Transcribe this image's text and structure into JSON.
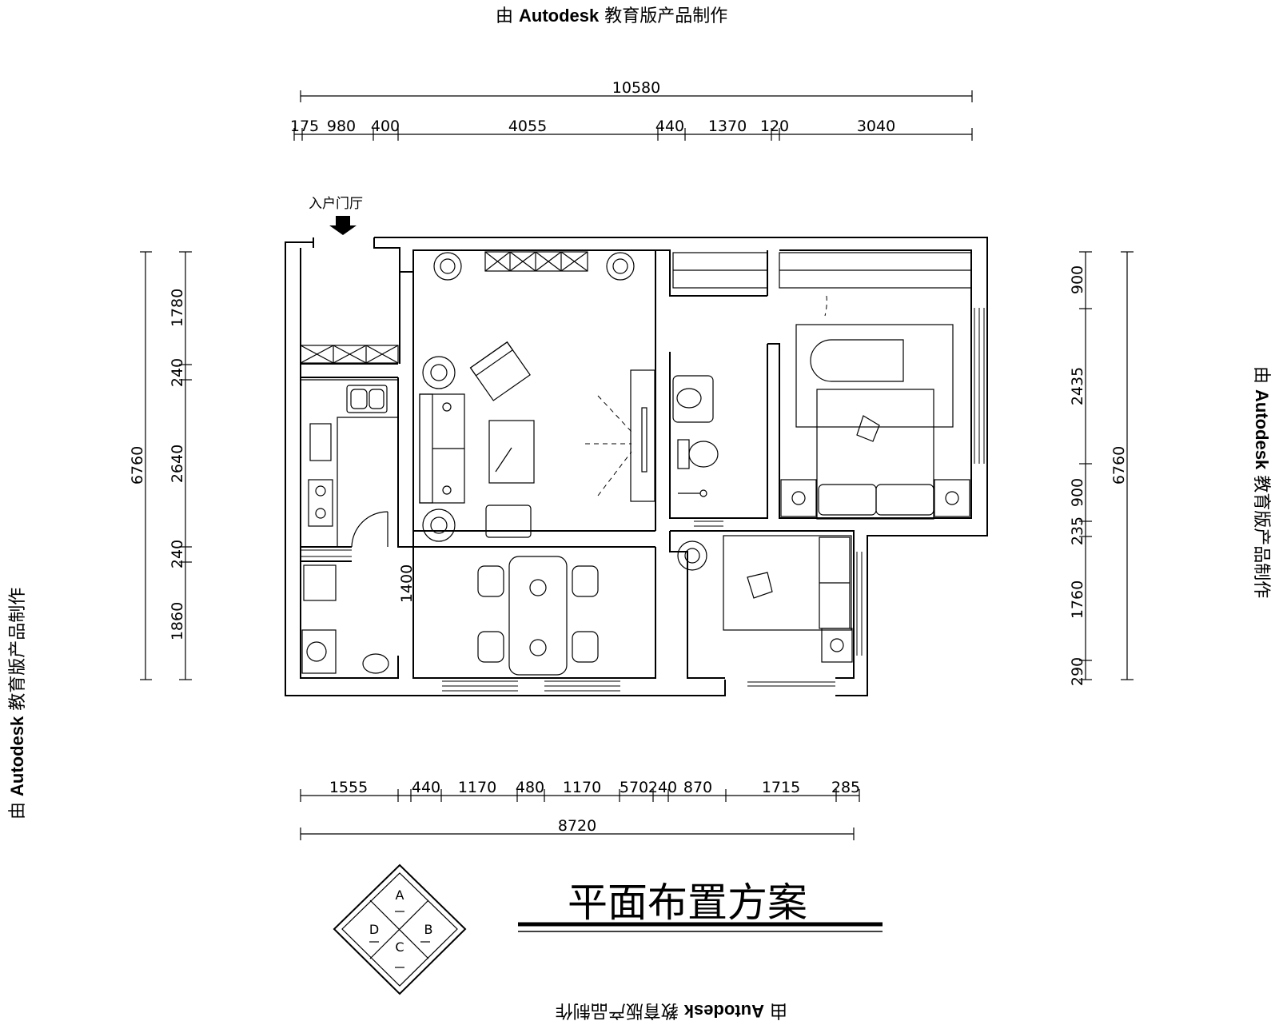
{
  "watermark": {
    "prefix": "由 ",
    "brand": "Autodesk",
    "suffix": " 教育版产品制作"
  },
  "title": "平面布置方案",
  "entry_label": "入户门厅",
  "compass": {
    "a": "A",
    "b": "B",
    "c": "C",
    "d": "D"
  },
  "dims": {
    "top_total": "10580",
    "top_segments": [
      "175",
      "980",
      "400",
      "4055",
      "440",
      "1370",
      "120",
      "3040"
    ],
    "bottom_segments": [
      "1555",
      "440",
      "1170",
      "480",
      "1170",
      "570",
      "240",
      "870",
      "1715",
      "285"
    ],
    "bottom_total": "8720",
    "left_total": "6760",
    "left_segments": [
      "1780",
      "240",
      "2640",
      "240",
      "1860"
    ],
    "left_inner": "1400",
    "right_total": "6760",
    "right_segments": [
      "900",
      "2435",
      "900",
      "235",
      "1760",
      "290"
    ]
  },
  "colors": {
    "line": "#000000",
    "background": "#ffffff"
  }
}
